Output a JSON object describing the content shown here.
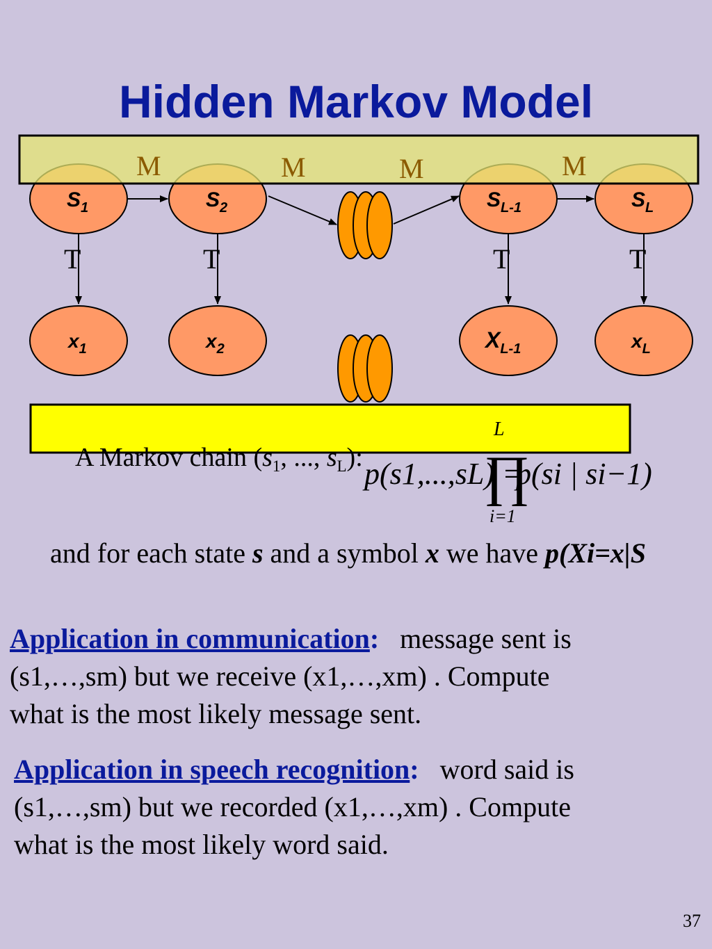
{
  "title": "Hidden Markov Model",
  "colors": {
    "title": "#0A1A9C",
    "background": "#CCC4DD",
    "node_fill": "#FF9966",
    "top_band": "#E6E672",
    "yellow_box": "#FFFF00",
    "coin_fill": "#FF9900",
    "label_text": "#8B5A00"
  },
  "diagram": {
    "state_nodes": [
      "S1",
      "S2",
      "SL-1",
      "SL"
    ],
    "observation_nodes": [
      "x1",
      "x2",
      "XL-1",
      "xL"
    ],
    "state_labels": {
      "s1": {
        "main": "S",
        "sub": "1"
      },
      "s2": {
        "main": "S",
        "sub": "2"
      },
      "sl1": {
        "main": "S",
        "sub": "L-1"
      },
      "sl": {
        "main": "S",
        "sub": "L"
      }
    },
    "obs_labels": {
      "x1": {
        "main": "x",
        "sub": "1"
      },
      "x2": {
        "main": "x",
        "sub": "2"
      },
      "xl1": {
        "main": "X",
        "sub": "L-1"
      },
      "xl": {
        "main": "x",
        "sub": "L"
      }
    },
    "transition_labels": [
      "M",
      "M",
      "M",
      "M"
    ],
    "emission_labels": [
      "T",
      "T",
      "T",
      "T"
    ]
  },
  "markov_chain": {
    "prefix": "A Markov chain (",
    "s1": "s",
    "s1_sub": "1",
    "mid": ", ..., ",
    "sl": "s",
    "sl_sub": "L",
    "suffix": "):"
  },
  "formula": {
    "lhs": "p(s1,...,sL) =",
    "upper_limit": "L",
    "product": "∏",
    "lower_limit": "i=1",
    "rhs": "p(si | si−1)"
  },
  "each_state": {
    "prefix": "and for each state ",
    "s": "s",
    "middle": " and a symbol ",
    "x": "x",
    "suffix": " we have ",
    "tail": "p(Xi=x|S"
  },
  "app_communication": {
    "heading": "Application in communication",
    "colon": ":",
    "line1": "message sent is",
    "line2": "(s1,…,sm) but we receive (x1,…,xm) .  Compute",
    "line3": "what is the most likely message sent."
  },
  "app_speech": {
    "heading": "Application in speech recognition",
    "colon": ":",
    "line1": "word said is",
    "line2": "(s1,…,sm) but we recorded (x1,…,xm) .  Compute",
    "line3": "what is the most likely word said."
  },
  "page_number": "37"
}
